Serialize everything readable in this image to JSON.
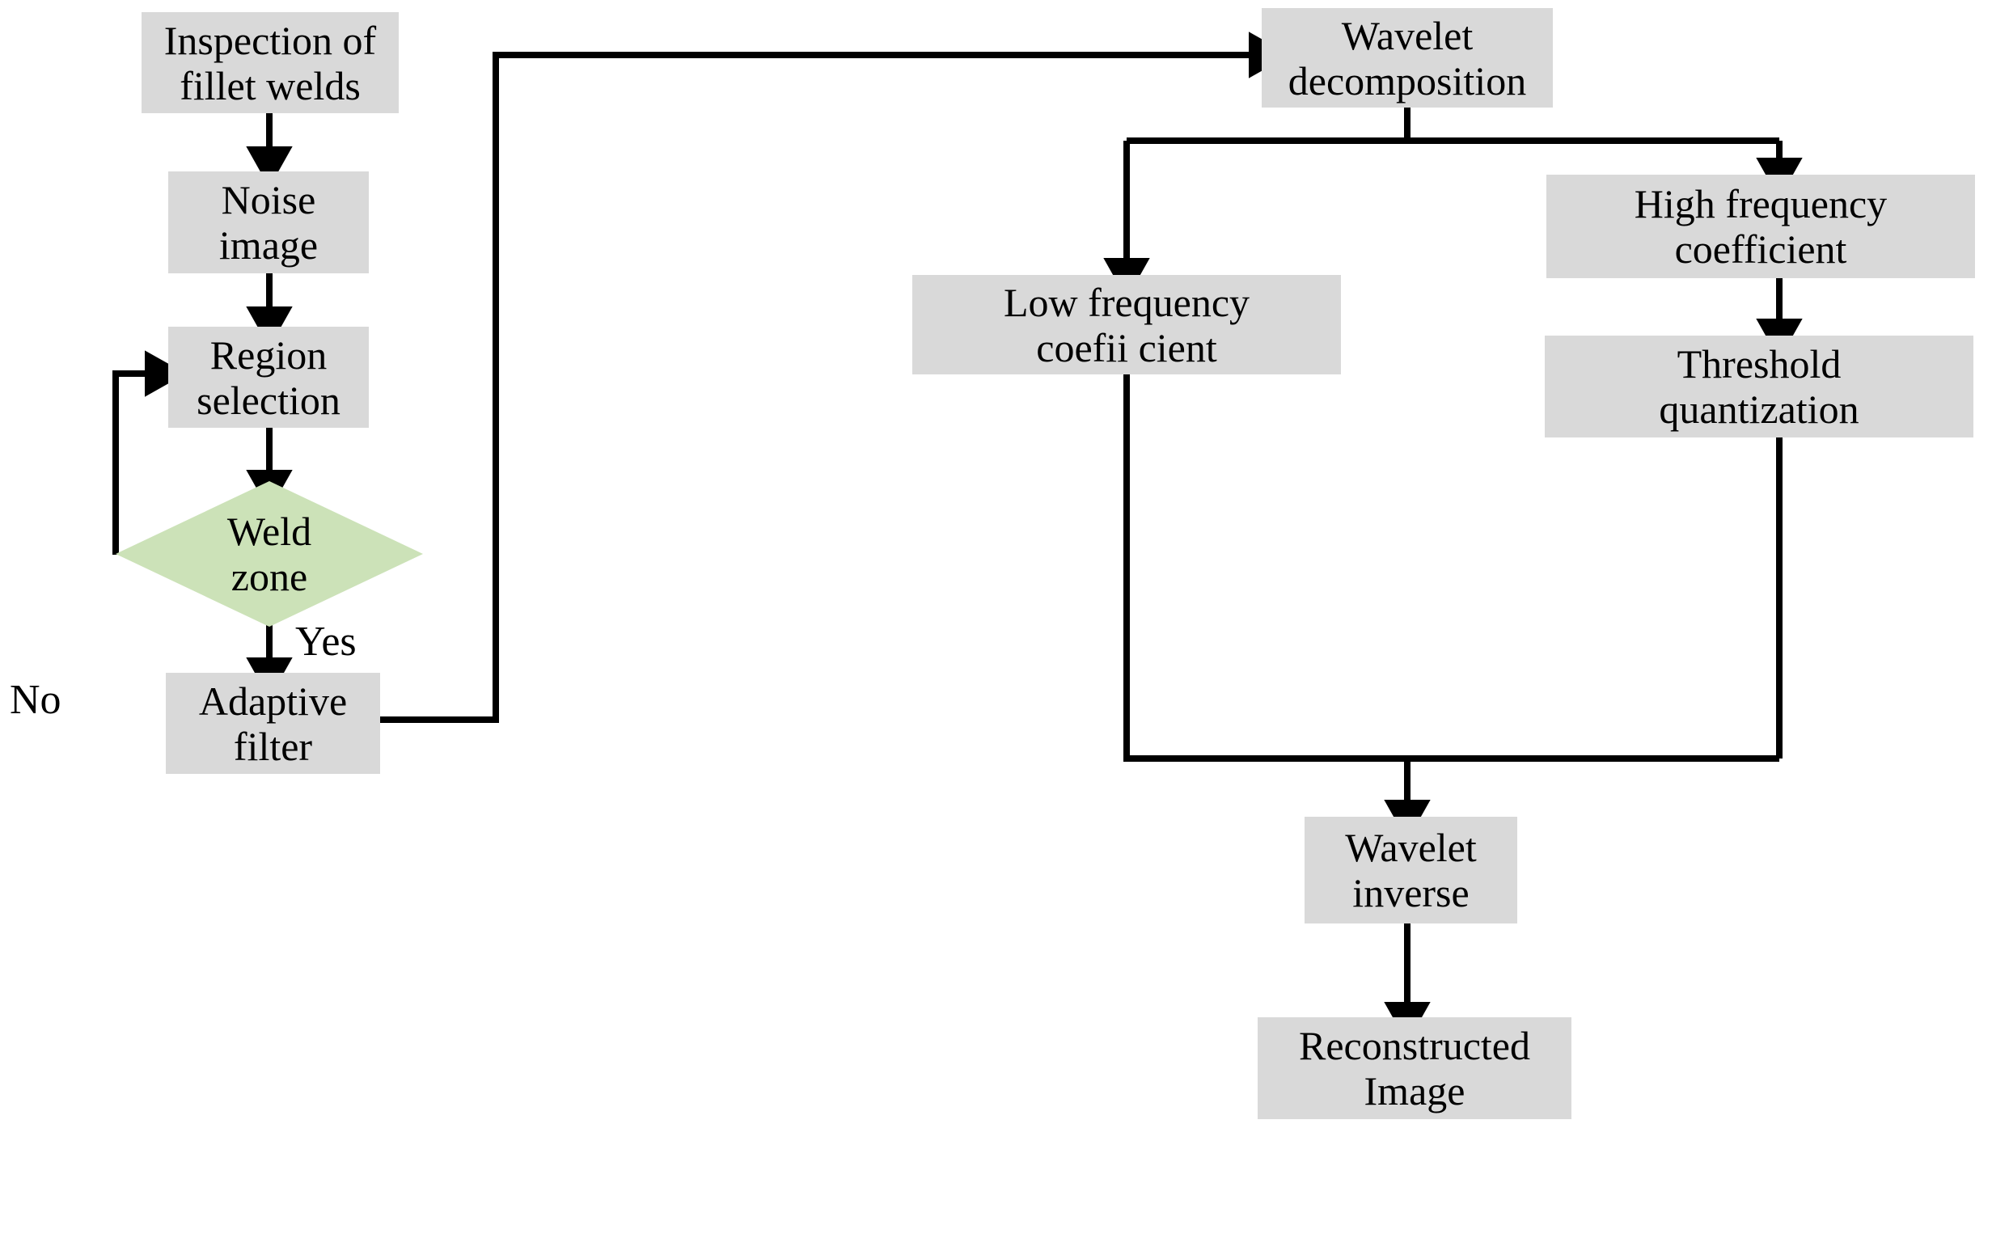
{
  "diagram": {
    "title": "Fillet weld inspection and wavelet denoising flowchart",
    "colors": {
      "process_fill": "#d9d9d9",
      "decision_fill": "#cce2b8",
      "edge": "#000000",
      "background": "#ffffff",
      "text": "#000000"
    },
    "nodes": [
      {
        "id": "inspection",
        "type": "process",
        "label": "Inspection of\nfillet welds"
      },
      {
        "id": "noise",
        "type": "process",
        "label": "Noise\nimage"
      },
      {
        "id": "region",
        "type": "process",
        "label": "Region\nselection"
      },
      {
        "id": "weldzone",
        "type": "decision",
        "label": "Weld\nzone"
      },
      {
        "id": "adaptive",
        "type": "process",
        "label": "Adaptive\nfilter"
      },
      {
        "id": "decomp",
        "type": "process",
        "label": "Wavelet\ndecomposition"
      },
      {
        "id": "lowfreq",
        "type": "process",
        "label": "Low frequency\ncoefii cient"
      },
      {
        "id": "highfreq",
        "type": "process",
        "label": "High frequency\ncoefficient"
      },
      {
        "id": "threshold",
        "type": "process",
        "label": "Threshold\nquantization"
      },
      {
        "id": "inverse",
        "type": "process",
        "label": "Wavelet\ninverse"
      },
      {
        "id": "reconstructed",
        "type": "process",
        "label": "Reconstructed\nImage"
      }
    ],
    "edge_labels": {
      "no": "No",
      "yes": "Yes"
    },
    "edges": [
      {
        "from": "inspection",
        "to": "noise",
        "label": ""
      },
      {
        "from": "noise",
        "to": "region",
        "label": ""
      },
      {
        "from": "region",
        "to": "weldzone",
        "label": ""
      },
      {
        "from": "weldzone",
        "to": "region",
        "label": "No"
      },
      {
        "from": "weldzone",
        "to": "adaptive",
        "label": "Yes"
      },
      {
        "from": "adaptive",
        "to": "decomp",
        "label": ""
      },
      {
        "from": "decomp",
        "to": "lowfreq",
        "label": ""
      },
      {
        "from": "decomp",
        "to": "highfreq",
        "label": ""
      },
      {
        "from": "highfreq",
        "to": "threshold",
        "label": ""
      },
      {
        "from": "lowfreq",
        "to": "inverse",
        "label": ""
      },
      {
        "from": "threshold",
        "to": "inverse",
        "label": ""
      },
      {
        "from": "inverse",
        "to": "reconstructed",
        "label": ""
      }
    ]
  }
}
